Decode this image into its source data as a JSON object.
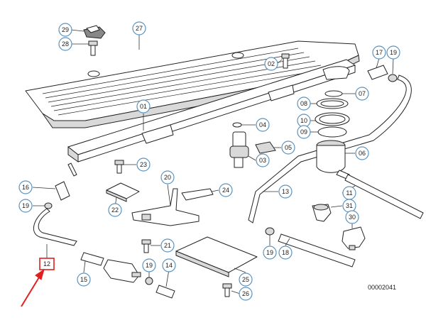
{
  "diagram": {
    "reference_number": "00002041",
    "selected_part": "12",
    "accent_color": "#e02020",
    "callout_color": "#5a93bf"
  },
  "callouts": {
    "c29": "29",
    "c28": "28",
    "c27": "27",
    "c02": "02",
    "c17": "17",
    "c19a": "19",
    "c01": "01",
    "c08": "08",
    "c07": "07",
    "c04": "04",
    "c10": "10",
    "c09": "09",
    "c05": "05",
    "c06": "06",
    "c23": "23",
    "c03": "03",
    "c20": "20",
    "c16": "16",
    "c24": "24",
    "c13": "13",
    "c11": "11",
    "c19b": "19",
    "c22": "22",
    "c31": "31",
    "c30": "30",
    "c21": "21",
    "c19c": "19",
    "c18": "18",
    "c19d": "19",
    "c14": "14",
    "c15": "15",
    "c25": "25",
    "c26": "26",
    "c12": "12"
  }
}
